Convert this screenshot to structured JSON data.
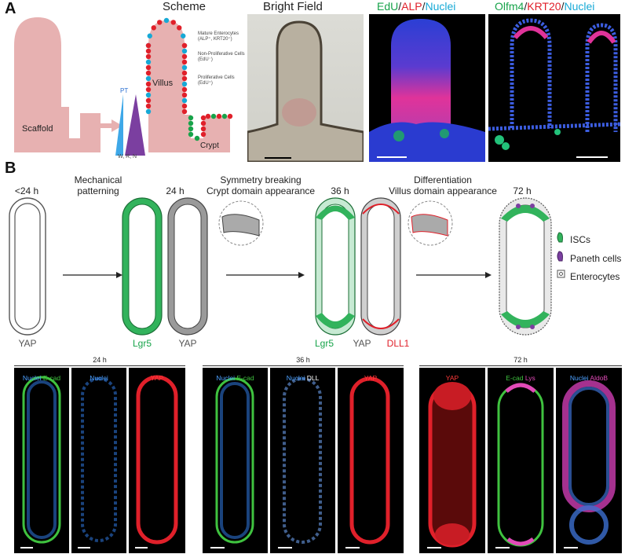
{
  "panel_a": {
    "letter": "A",
    "scaffold_label": "Scaffold",
    "scheme_title": "Scheme",
    "gradient_top": "PT",
    "gradient_bottom": "W, R, N",
    "villus_label": "Villus",
    "crypt_label": "Crypt",
    "legend_mature": "Mature Enterocytes (ALP⁺, KRT20⁺)",
    "legend_nonprolif": "Non-Proliferative Cells (EdU⁻)",
    "legend_prolif": "Proliferative Cells (EdU⁺)",
    "brightfield_title": "Bright Field",
    "edu_title": {
      "p1": "EdU",
      "s1": "/",
      "p2": "ALP",
      "s2": "/",
      "p3": "Nuclei"
    },
    "olfm_title": {
      "p1": "Olfm4",
      "s1": "/",
      "p2": "KRT20",
      "s2": "/",
      "p3": "Nuclei"
    }
  },
  "panel_b": {
    "letter": "B",
    "time_24": "<24 h",
    "step_mech": "Mechanical\npatterning",
    "time_24b": "24 h",
    "step_sym": "Symmetry breaking\nCrypt domain appearance",
    "time_36": "36 h",
    "step_diff": "Differentiation\nVillus domain appearance",
    "time_72": "72 h",
    "marker_yap1": "YAP",
    "marker_lgr5a": "Lgr5",
    "marker_yap2": "YAP",
    "marker_lgr5b": "Lgr5",
    "marker_yap3": "YAP",
    "marker_dll1": "DLL1",
    "legend_iscs": "ISCs",
    "legend_paneth": "Paneth cells",
    "legend_entero": "Enterocytes"
  },
  "micro": {
    "g24": {
      "title": "24 h",
      "c1a": "Nuclei",
      "c1b": "E-cad",
      "c2": "Nuclei",
      "c3": "YAP"
    },
    "g36": {
      "title": "36 h",
      "c1a": "Nuclei",
      "c1b": "E-cad",
      "c2a": "Nuclei",
      "c2b": "DLL",
      "c3": "YAP"
    },
    "g72": {
      "title": "72 h",
      "c1": "YAP",
      "c2a": "E-cad",
      "c2b": "Lys",
      "c3a": "Nuclei",
      "c3b": "AldoB"
    }
  },
  "colors": {
    "scaffold": "#e7b1b1",
    "green": "#17a34a",
    "red": "#e0202a",
    "blue": "#3a86d8",
    "cyan": "#16a9d6",
    "magenta": "#e0339a",
    "purple": "#7b3fa0",
    "gray": "#777777"
  }
}
